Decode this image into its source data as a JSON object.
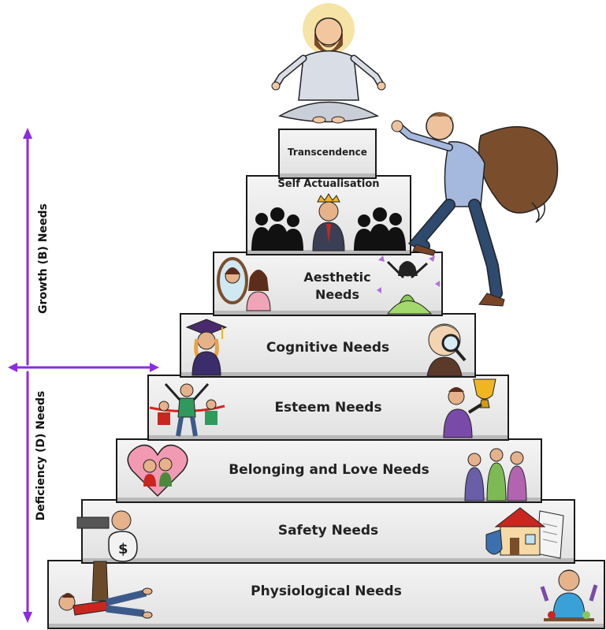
{
  "diagram": {
    "tiers": [
      {
        "key": "transcendence",
        "label": "Transcendence"
      },
      {
        "key": "self_actualisation",
        "label": "Self Actualisation"
      },
      {
        "key": "aesthetic",
        "label": "Aesthetic Needs"
      },
      {
        "key": "cognitive",
        "label": "Cognitive Needs"
      },
      {
        "key": "esteem",
        "label": "Esteem Needs"
      },
      {
        "key": "belonging",
        "label": "Belonging and Love Needs"
      },
      {
        "key": "safety",
        "label": "Safety Needs"
      },
      {
        "key": "physiological",
        "label": "Physiological Needs"
      }
    ],
    "axis": {
      "growth_label": "Growth (B) Needs",
      "deficiency_label": "Deficiency (D) Needs",
      "arrow_color": "#8b2be2"
    },
    "icons": {
      "top": "meditating-sage-icon",
      "climber": "climber-with-sack-icon",
      "crowd": "crowd-with-crowned-person-icon",
      "mirror": "mirror-reflection-icon",
      "dancer": "dancer-with-butterflies-icon",
      "graduate": "graduate-icon",
      "magnifier": "magnifier-person-icon",
      "winners": "finish-line-winners-icon",
      "trophy": "trophy-holder-icon",
      "heart": "family-heart-icon",
      "friends": "friends-group-icon",
      "money": "money-bag-hand-icon",
      "house": "house-shield-contract-icon",
      "resting": "resting-person-icon",
      "eating": "eating-child-icon"
    }
  }
}
